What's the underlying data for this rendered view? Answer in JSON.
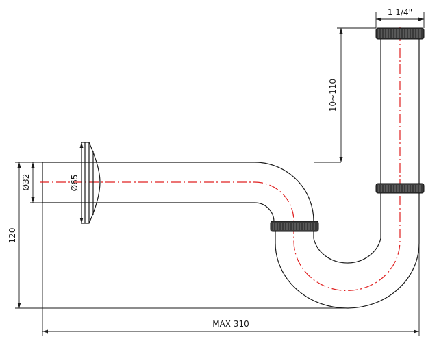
{
  "dimensions": {
    "thread": "1 1/4\"",
    "height_adjust": "10~110",
    "diameter_pipe": "Ø32",
    "diameter_rosette": "Ø65",
    "height": "120",
    "length": "MAX 310"
  },
  "colors": {
    "outline": "#1a1a1a",
    "centerline": "#e02020",
    "nut": "#3a3a3a"
  }
}
